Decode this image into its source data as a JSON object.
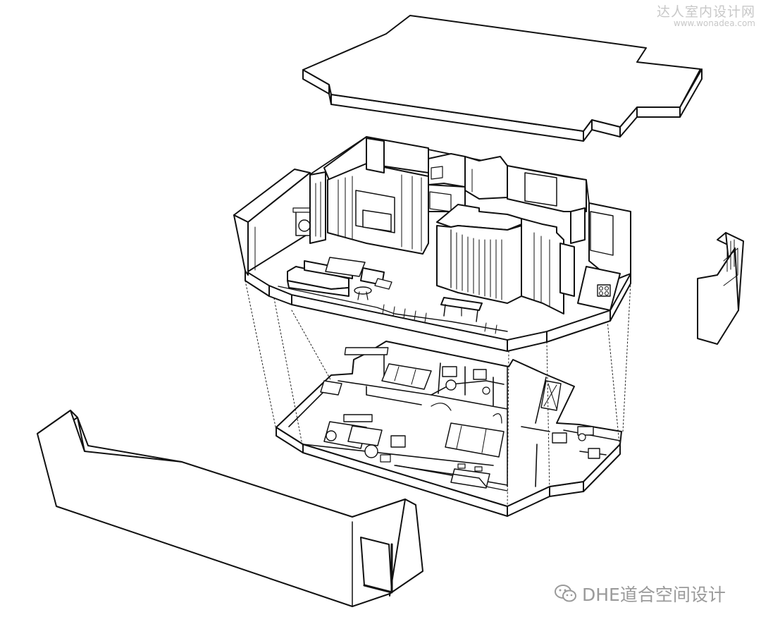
{
  "watermark": {
    "title": "达人室内设计网",
    "url": "www.wonadea.com"
  },
  "credit": {
    "icon": "wechat-icon",
    "text": "DHE道合空间设计"
  },
  "colors": {
    "line": "#111111",
    "fill": "#ffffff",
    "watermark": "#c8c8c8",
    "credit": "#9a9a9a"
  }
}
